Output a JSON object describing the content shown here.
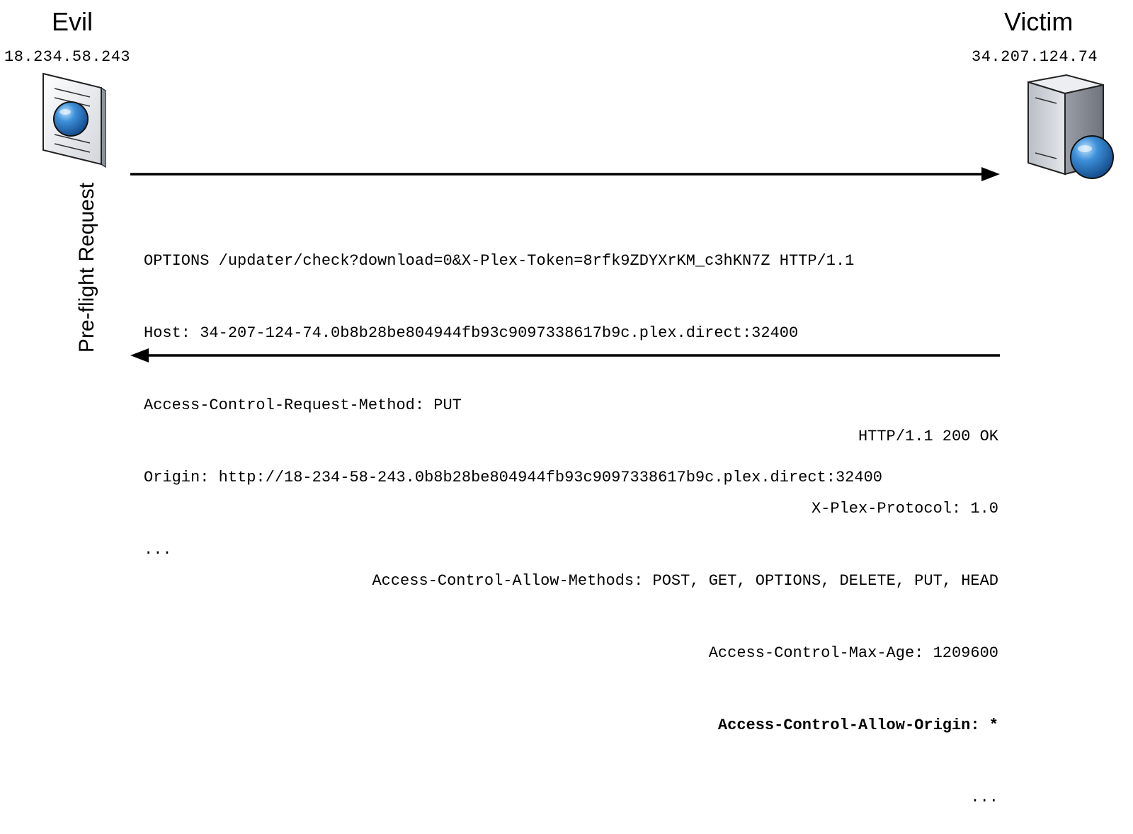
{
  "evil": {
    "title": "Evil",
    "ip": "18.234.58.243"
  },
  "victim": {
    "title": "Victim",
    "ip": "34.207.124.74"
  },
  "side_label": "Pre-flight Request",
  "request": {
    "line1": "OPTIONS /updater/check?download=0&X-Plex-Token=8rfk9ZDYXrKM_c3hKN7Z HTTP/1.1",
    "line2": "Host: 34-207-124-74.0b8b28be804944fb93c9097338617b9c.plex.direct:32400",
    "line3": "Access-Control-Request-Method: PUT",
    "line4": "Origin: http://18-234-58-243.0b8b28be804944fb93c9097338617b9c.plex.direct:32400",
    "line5": "..."
  },
  "response": {
    "line1": "HTTP/1.1 200 OK",
    "line2": "X-Plex-Protocol: 1.0",
    "line3": "Access-Control-Allow-Methods: POST, GET, OPTIONS, DELETE, PUT, HEAD",
    "line4": "Access-Control-Max-Age: 1209600",
    "line5_bold": "Access-Control-Allow-Origin",
    "line5_rest": ": *",
    "line6": "..."
  },
  "colors": {
    "globe": "#2f7fd0",
    "server_light": "#d8dce2",
    "server_dark": "#7a7f87"
  },
  "icons": {
    "evil": "web-server-document-icon",
    "victim": "server-tower-icon"
  }
}
